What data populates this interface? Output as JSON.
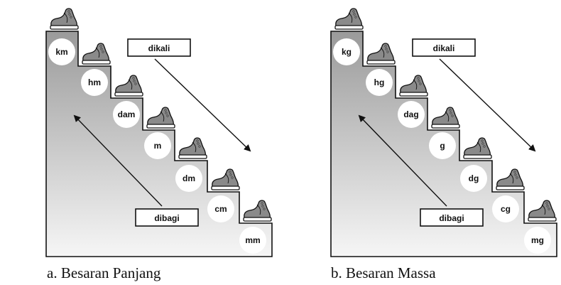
{
  "diagrams": [
    {
      "units": [
        "km",
        "hm",
        "dam",
        "m",
        "dm",
        "cm",
        "mm"
      ],
      "multiply_label": "dikali",
      "divide_label": "dibagi",
      "caption": "a. Besaran Panjang"
    },
    {
      "units": [
        "kg",
        "hg",
        "dag",
        "g",
        "dg",
        "cg",
        "mg"
      ],
      "multiply_label": "dikali",
      "divide_label": "dibagi",
      "caption": "b. Besaran Massa"
    }
  ],
  "colors": {
    "stair_top": "#9a9a9a",
    "stair_bottom": "#f4f4f4",
    "outline": "#111111",
    "shoe_fill": "#8a8a8a"
  }
}
